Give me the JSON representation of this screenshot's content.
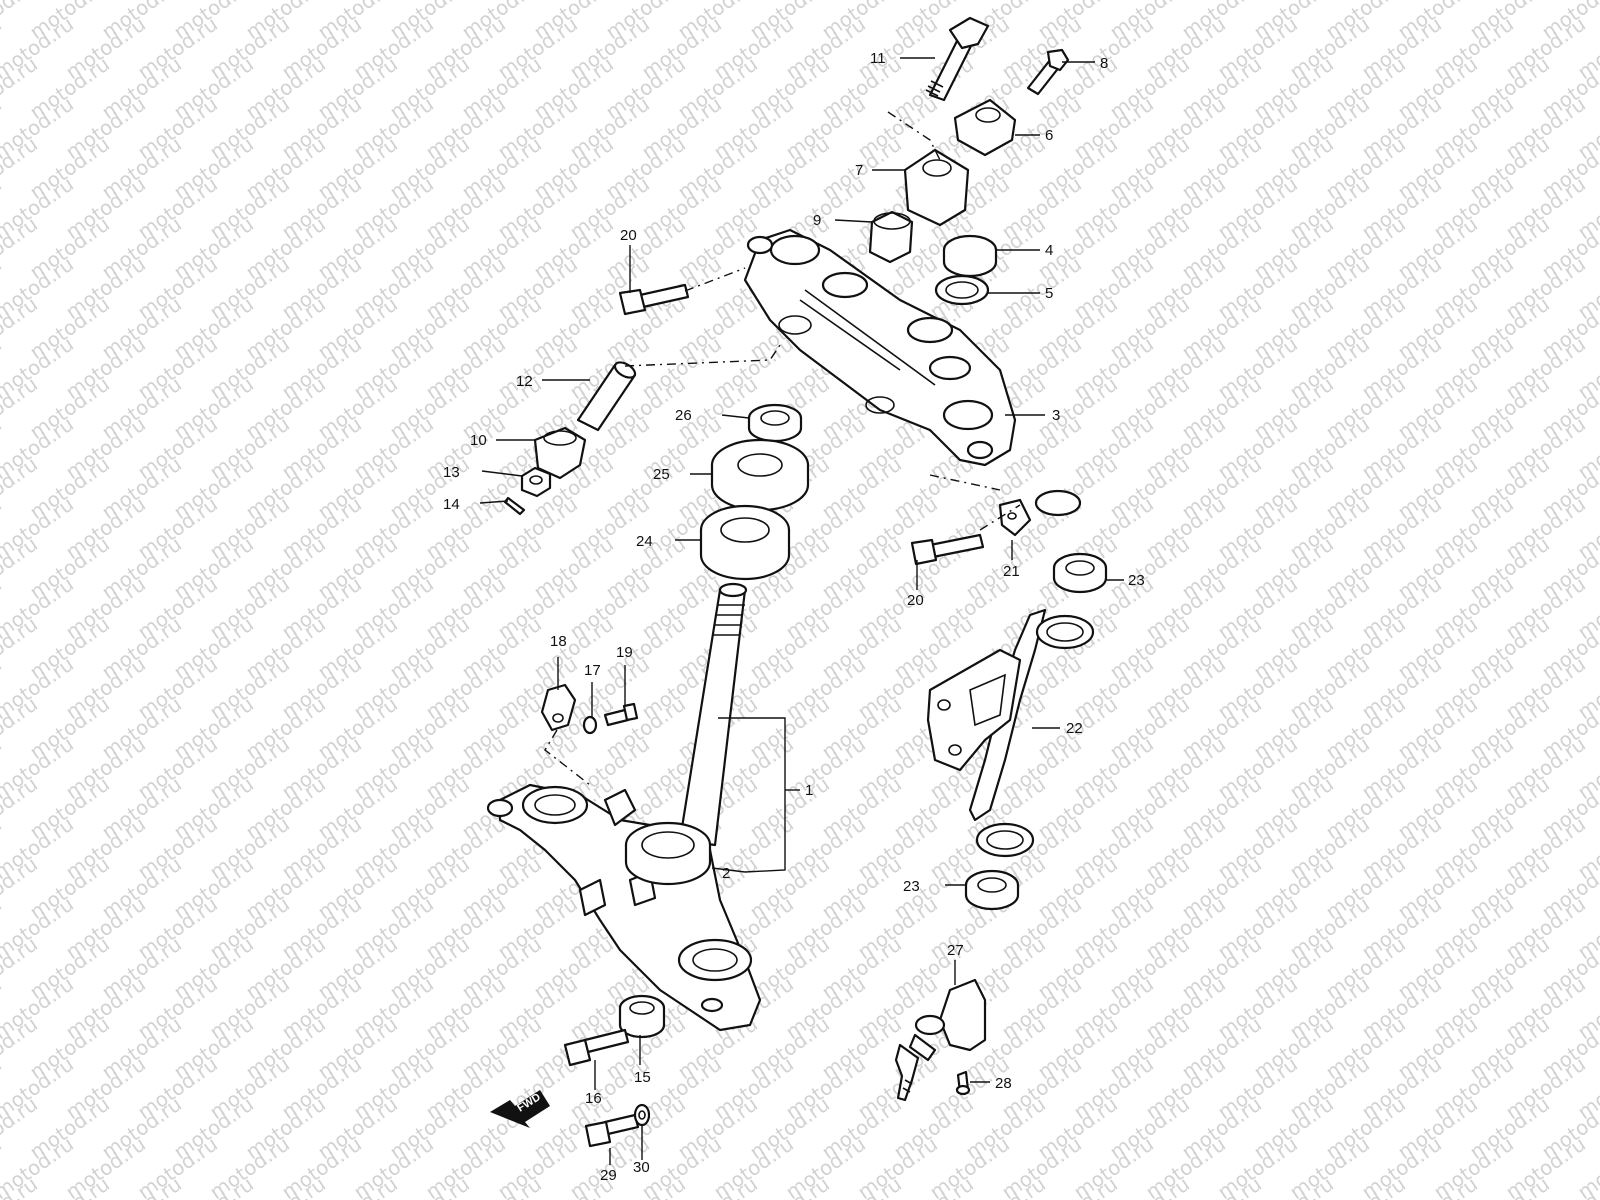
{
  "watermark": "motod.ru",
  "callouts": {
    "p1": "1",
    "p2": "2",
    "p3": "3",
    "p4": "4",
    "p5": "5",
    "p6": "6",
    "p7": "7",
    "p8": "8",
    "p9": "9",
    "p10": "10",
    "p11": "11",
    "p12": "12",
    "p13": "13",
    "p14": "14",
    "p15": "15",
    "p16": "16",
    "p17": "17",
    "p18": "18",
    "p19": "19",
    "p20a": "20",
    "p20b": "20",
    "p21": "21",
    "p22": "22",
    "p23a": "23",
    "p23b": "23",
    "p24": "24",
    "p25": "25",
    "p26": "26",
    "p27": "27",
    "p28": "28",
    "p29": "29",
    "p30": "30"
  },
  "forward_arrow": "FWD",
  "colors": {
    "line": "#111111",
    "watermark": "#d2d2d2",
    "background": "#ffffff"
  }
}
